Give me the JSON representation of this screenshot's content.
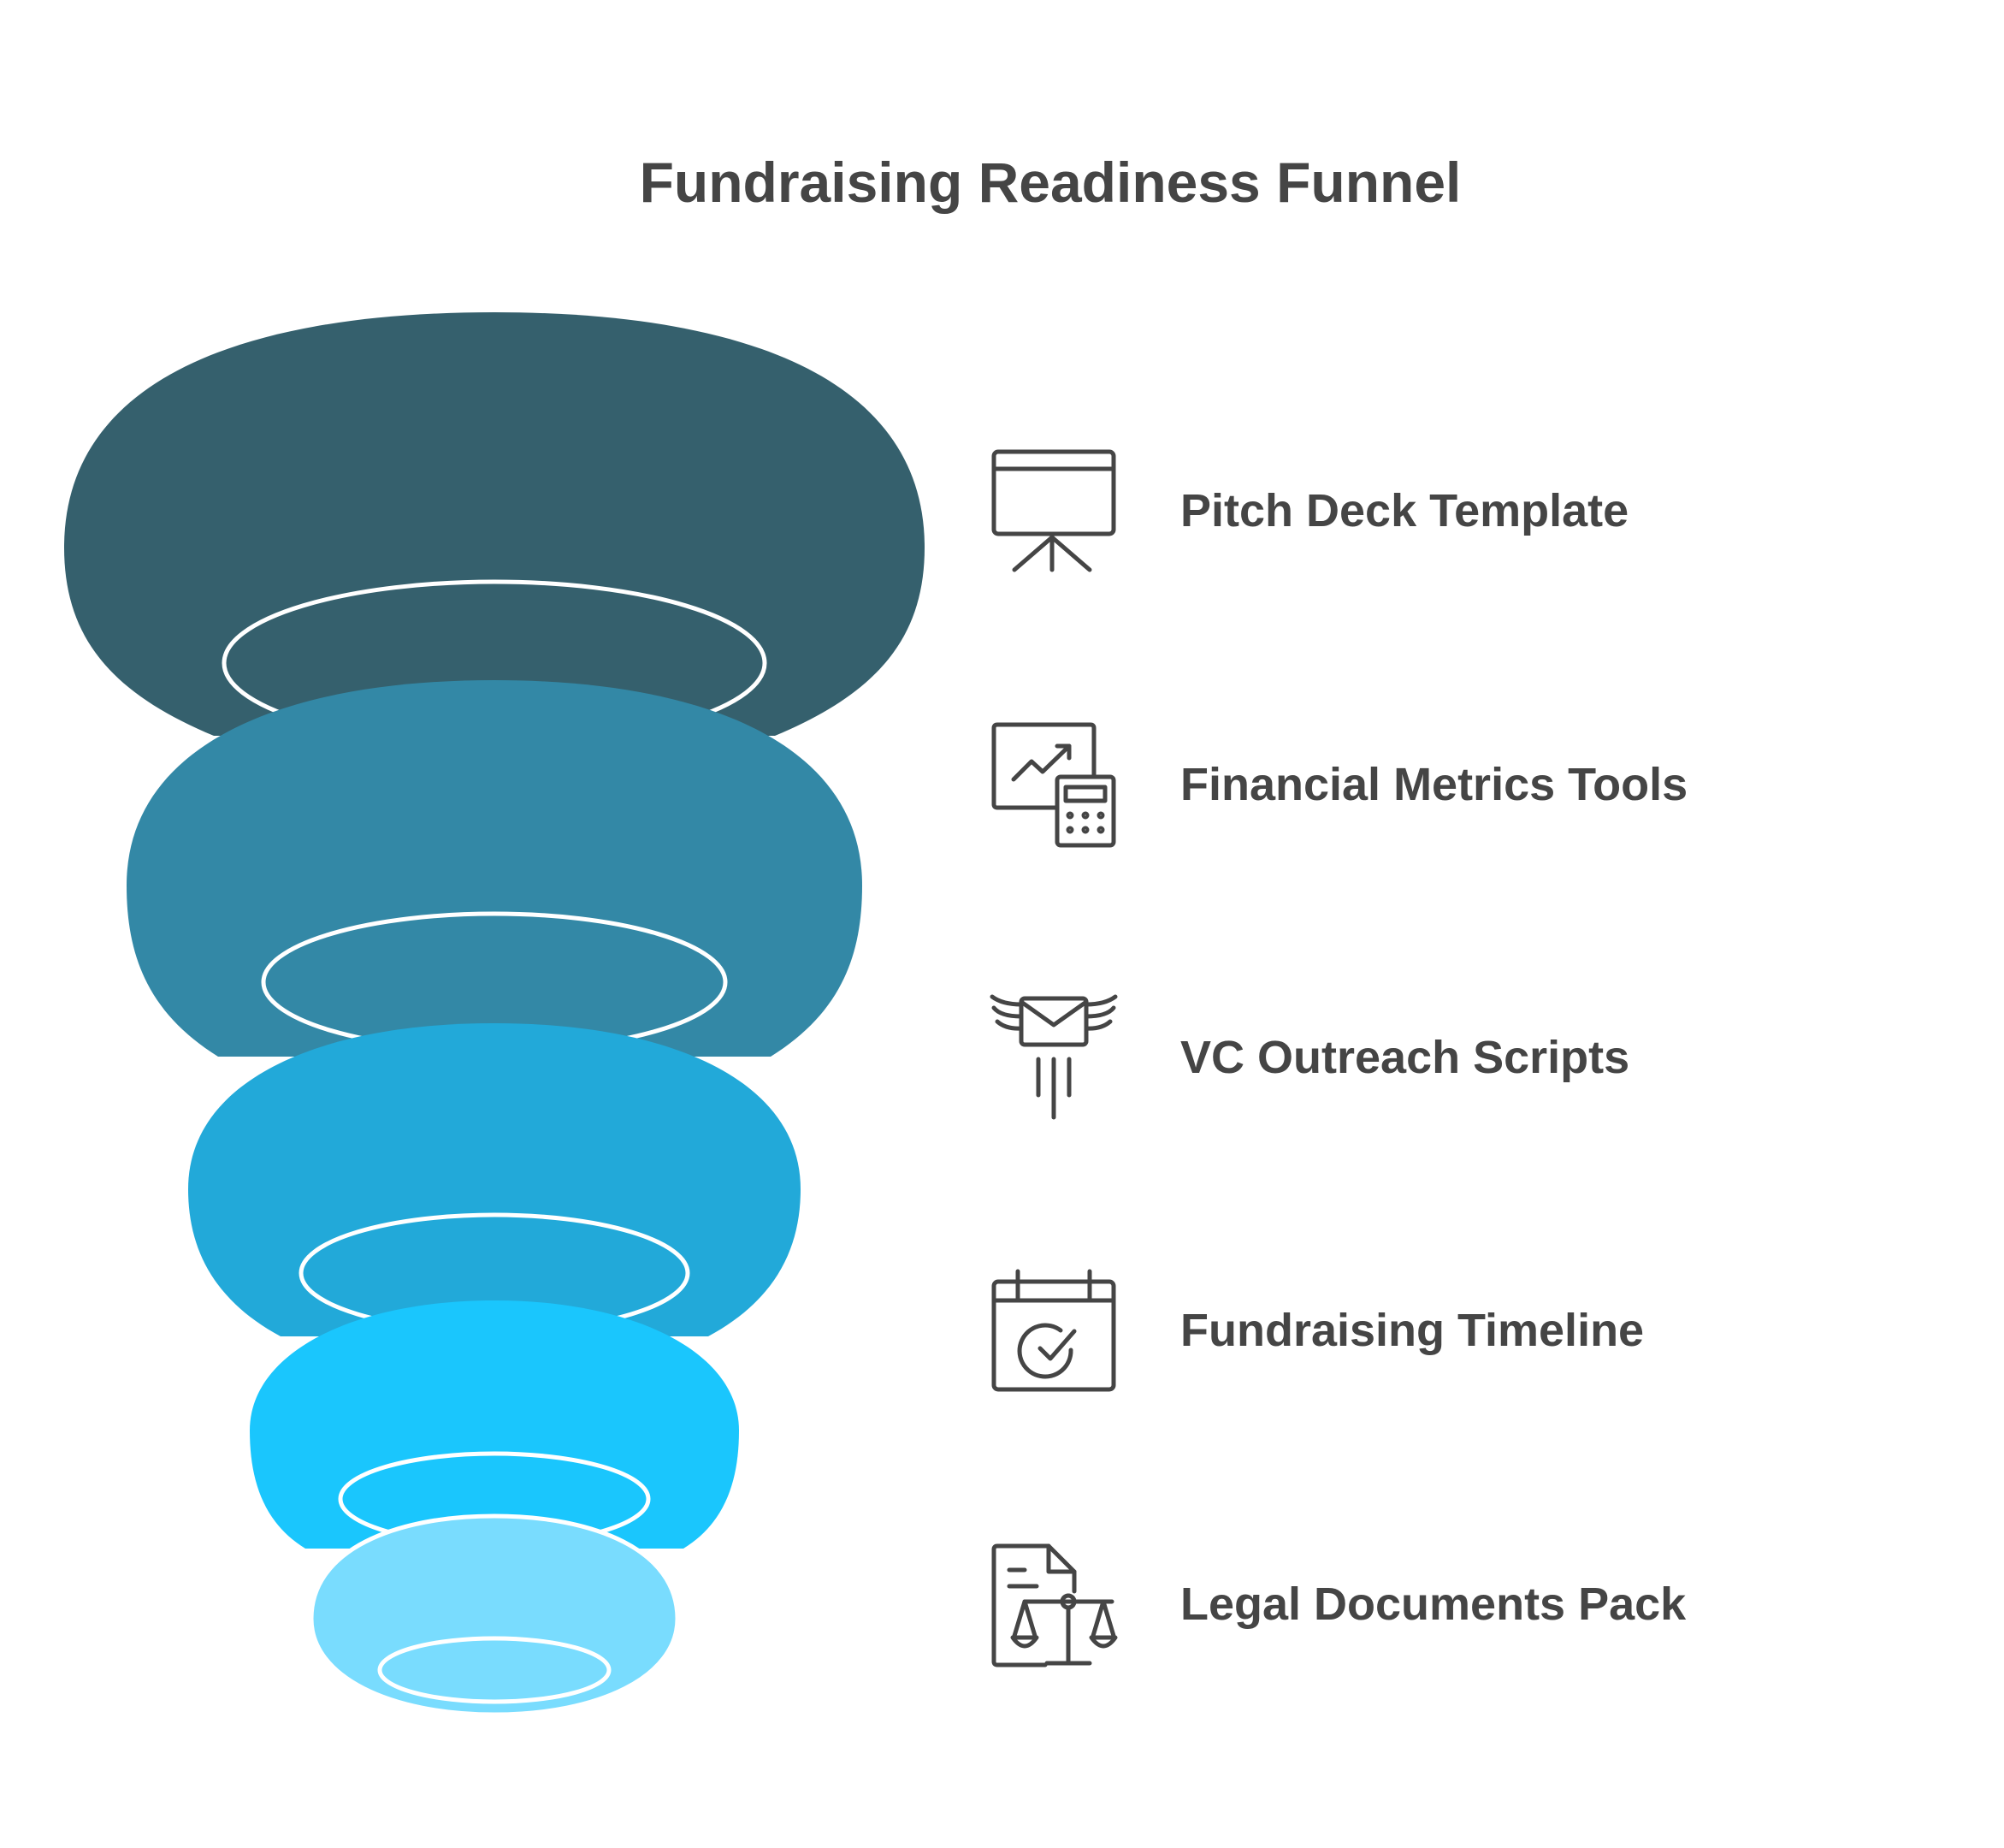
{
  "diagram": {
    "title": "Fundraising Readiness Funnel",
    "stages": [
      {
        "label": "Pitch Deck Template",
        "icon": "presentation-board-icon",
        "color": "#35606d"
      },
      {
        "label": "Financial Metrics Tools",
        "icon": "chart-calculator-icon",
        "color": "#3388a6"
      },
      {
        "label": "VC Outreach Scripts",
        "icon": "winged-envelope-icon",
        "color": "#22a9d9"
      },
      {
        "label": "Fundraising Timeline",
        "icon": "calendar-check-icon",
        "color": "#1ac6fd"
      },
      {
        "label": "Legal Documents Pack",
        "icon": "legal-document-scales-icon",
        "color": "#79dcfe"
      }
    ]
  }
}
